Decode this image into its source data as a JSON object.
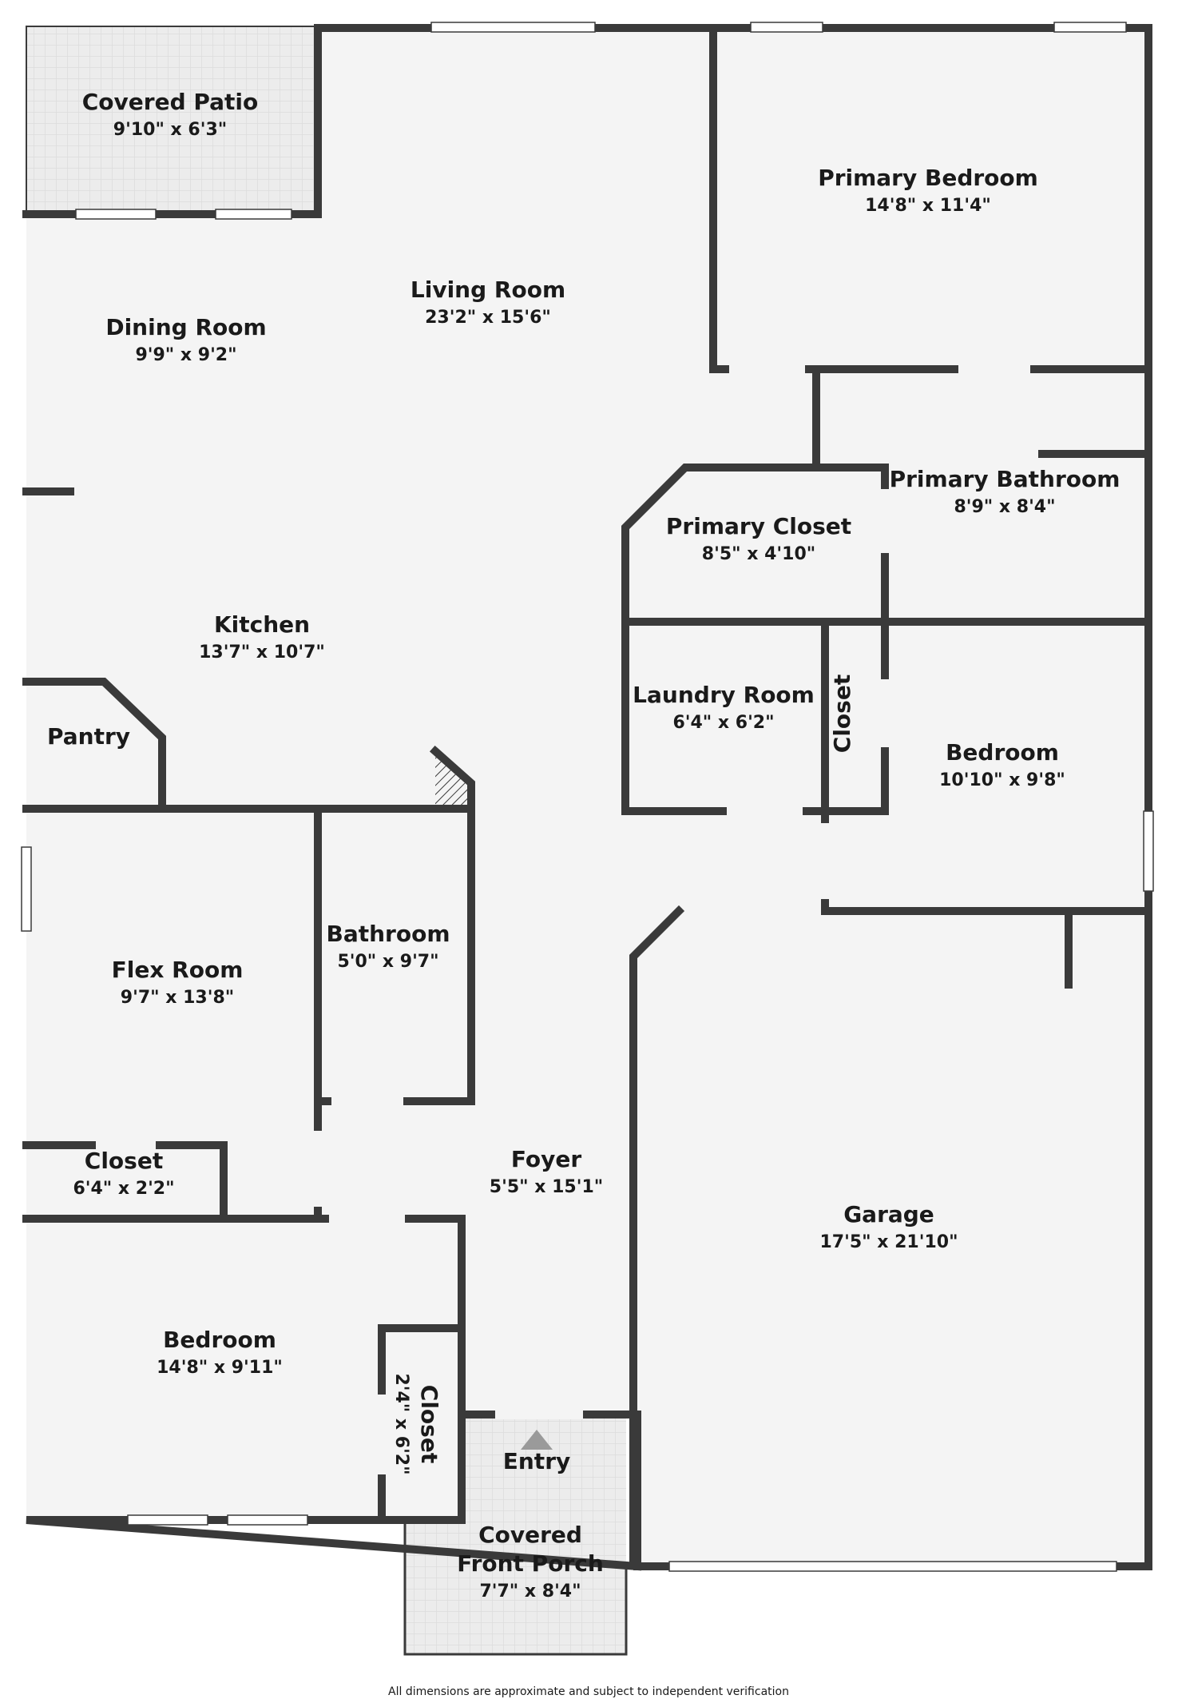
{
  "colors": {
    "wall": "#3a3a3a",
    "floor": "#f4f4f4",
    "outdoor": "#e9e9e9",
    "window": "#ffffff",
    "arrow": "#9a9a9a"
  },
  "rooms": [
    {
      "id": "covered-patio",
      "name": "Covered Patio",
      "dim": "9'10\" x 6'3\""
    },
    {
      "id": "living-room",
      "name": "Living Room",
      "dim": "23'2\" x 15'6\""
    },
    {
      "id": "primary-bedroom",
      "name": "Primary Bedroom",
      "dim": "14'8\" x 11'4\""
    },
    {
      "id": "dining-room",
      "name": "Dining Room",
      "dim": "9'9\" x 9'2\""
    },
    {
      "id": "primary-bathroom",
      "name": "Primary Bathroom",
      "dim": "8'9\" x 8'4\""
    },
    {
      "id": "primary-closet",
      "name": "Primary Closet",
      "dim": "8'5\" x 4'10\""
    },
    {
      "id": "kitchen",
      "name": "Kitchen",
      "dim": "13'7\" x 10'7\""
    },
    {
      "id": "laundry-room",
      "name": "Laundry Room",
      "dim": "6'4\" x 6'2\""
    },
    {
      "id": "pantry",
      "name": "Pantry",
      "dim": ""
    },
    {
      "id": "closet-laundry",
      "name": "Closet",
      "dim": ""
    },
    {
      "id": "bedroom-right",
      "name": "Bedroom",
      "dim": "10'10\" x 9'8\""
    },
    {
      "id": "bathroom",
      "name": "Bathroom",
      "dim": "5'0\" x 9'7\""
    },
    {
      "id": "flex-room",
      "name": "Flex Room",
      "dim": "9'7\" x 13'8\""
    },
    {
      "id": "foyer",
      "name": "Foyer",
      "dim": "5'5\" x 15'1\""
    },
    {
      "id": "closet-flex",
      "name": "Closet",
      "dim": "6'4\" x 2'2\""
    },
    {
      "id": "garage",
      "name": "Garage",
      "dim": "17'5\" x 21'10\""
    },
    {
      "id": "bedroom-front",
      "name": "Bedroom",
      "dim": "14'8\" x 9'11\""
    },
    {
      "id": "closet-bedroom",
      "name": "Closet",
      "dim": "2'4\" x 6'2\""
    },
    {
      "id": "entry",
      "name": "Entry",
      "dim": ""
    },
    {
      "id": "covered-front-porch",
      "name": "Covered\nFront Porch",
      "dim": "7'7\" x 8'4\""
    }
  ],
  "footer": "All dimensions are approximate and subject to independent verification"
}
